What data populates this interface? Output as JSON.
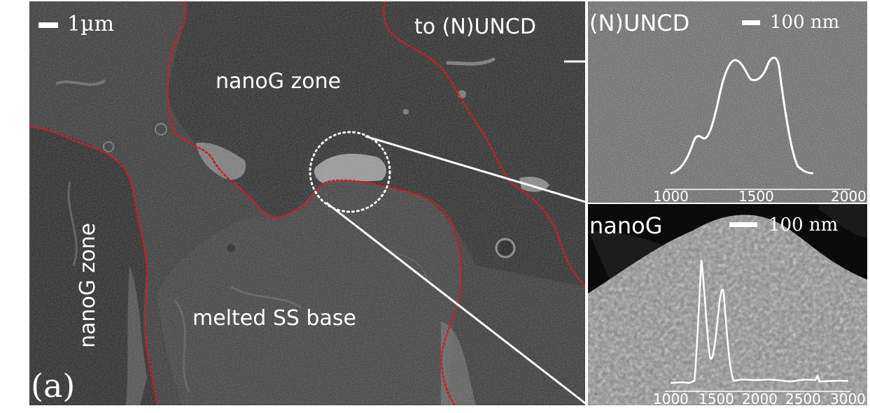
{
  "main_panel": {
    "scale_bar_label": "1µm",
    "label_top_zone": "nanoG zone",
    "label_left_zone": "nanoG zone",
    "label_base": "melted SS base",
    "label_to_uncd": "to (N)UNCD",
    "panel_letter": "(a)"
  },
  "inset_top": {
    "title": "(N)UNCD",
    "scale_bar_label": "100 nm",
    "x_ticks": [
      "1000",
      "1500",
      "2000"
    ]
  },
  "inset_bottom": {
    "title": "nanoG",
    "scale_bar_label": "100 nm",
    "x_ticks": [
      "1000",
      "1500",
      "2000",
      "2500",
      "3000"
    ]
  }
}
